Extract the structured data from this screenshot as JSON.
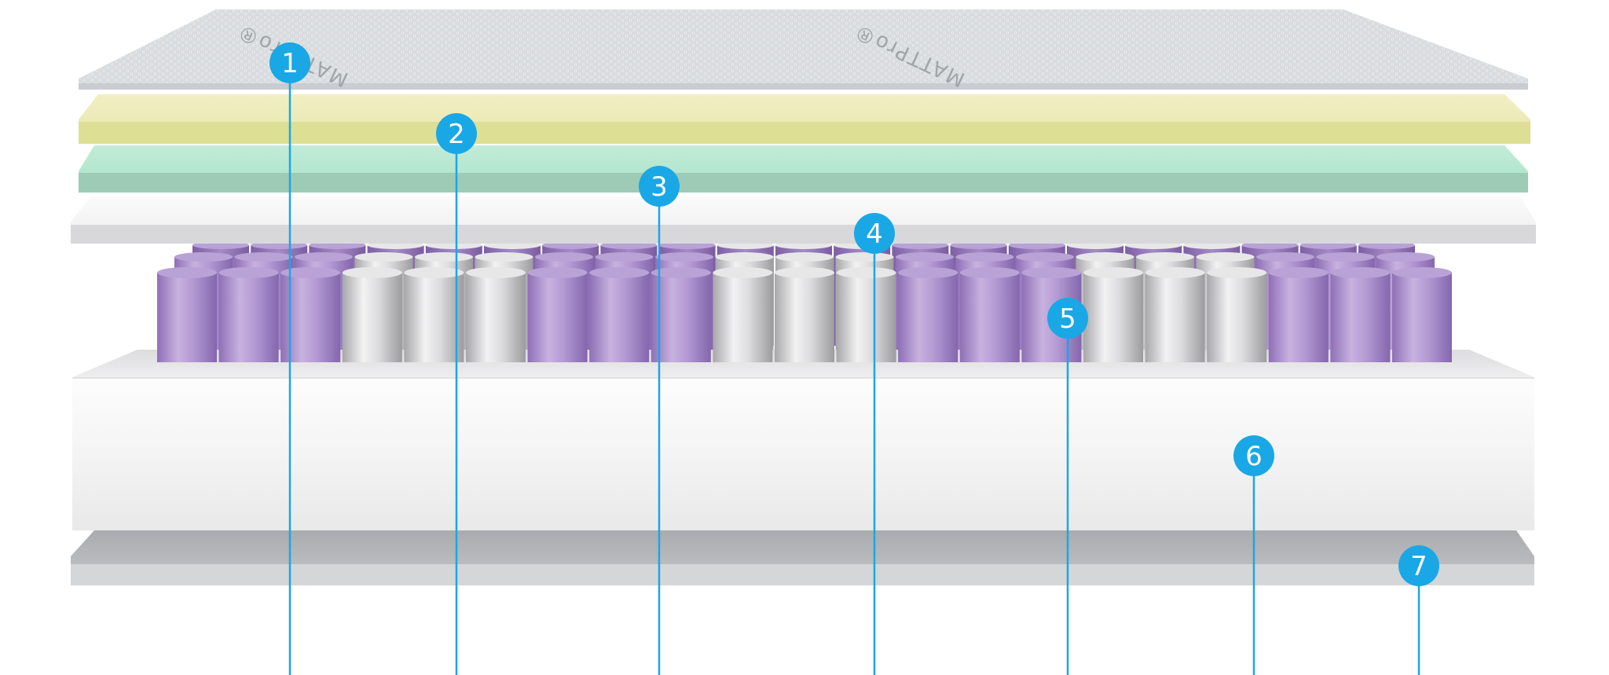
{
  "brand": {
    "wordmark": "MATTPro",
    "registered": "®"
  },
  "colors": {
    "callout": "#1aa7e6",
    "cover": "#d8dbdf",
    "comfort_foam": "#e6e4a4",
    "gel_foam": "#a8e0c7",
    "transition_foam": "#ececed",
    "coil_purple": "#a48bc4",
    "coil_silver": "#c9c9cb",
    "base_foam": "#f2f2f3",
    "base_layer": "#c1c3c6"
  },
  "coils": {
    "front_pattern": [
      "purple",
      "purple",
      "purple",
      "silver",
      "silver",
      "silver",
      "purple",
      "purple",
      "purple",
      "silver",
      "silver",
      "silver",
      "purple",
      "purple",
      "purple",
      "silver",
      "silver",
      "silver",
      "purple",
      "purple",
      "purple"
    ]
  },
  "callouts": [
    {
      "number": "1",
      "icon": "callout-badge-1"
    },
    {
      "number": "2",
      "icon": "callout-badge-2"
    },
    {
      "number": "3",
      "icon": "callout-badge-3"
    },
    {
      "number": "4",
      "icon": "callout-badge-4"
    },
    {
      "number": "5",
      "icon": "callout-badge-5"
    },
    {
      "number": "6",
      "icon": "callout-badge-6"
    },
    {
      "number": "7",
      "icon": "callout-badge-7"
    }
  ]
}
